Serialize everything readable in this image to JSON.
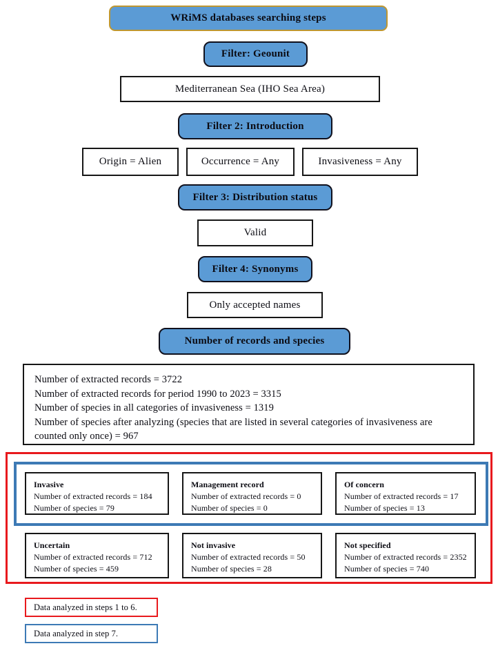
{
  "colors": {
    "box_blue_fill": "#5b9bd5",
    "title_border_gold": "#bf9730",
    "group_border_red": "#e8191d",
    "group_border_blue": "#3d7ab5",
    "box_border_black": "#161616"
  },
  "flow": {
    "title": "WRiMS databases searching steps",
    "filter1_label": "Filter: Geounit",
    "geounit_value": "Mediterranean Sea (IHO Sea Area)",
    "filter2_label": "Filter 2: Introduction",
    "filter2_values": [
      "Origin = Alien",
      "Occurrence = Any",
      "Invasiveness = Any"
    ],
    "filter3_label": "Filter 3: Distribution status",
    "filter3_value": "Valid",
    "filter4_label": "Filter 4: Synonyms",
    "filter4_value": "Only accepted names",
    "results_header": "Number of records and species",
    "summary_lines": [
      "Number of extracted records = 3722",
      "Number of extracted records for period 1990 to 2023 = 3315",
      "Number of species in all categories of invasiveness = 1319",
      "Number of species after analyzing (species that are listed in several categories of invasiveness are counted only once) = 967"
    ]
  },
  "categories": {
    "row1": [
      {
        "title": "Invasive",
        "records": "Number of extracted records = 184",
        "species": "Number of species = 79"
      },
      {
        "title": "Management record",
        "records": "Number of extracted records = 0",
        "species": "Number of species = 0"
      },
      {
        "title": "Of concern",
        "records": "Number of extracted records = 17",
        "species": "Number of species = 13"
      }
    ],
    "row2": [
      {
        "title": "Uncertain",
        "records": "Number of extracted records = 712",
        "species": "Number of species = 459"
      },
      {
        "title": "Not invasive",
        "records": "Number of extracted records = 50",
        "species": "Number of species = 28"
      },
      {
        "title": "Not specified",
        "records": "Number of extracted records = 2352",
        "species": "Number of species = 740"
      }
    ]
  },
  "legend": {
    "red_label": "Data analyzed in steps 1 to 6.",
    "blue_label": "Data analyzed in step 7."
  }
}
